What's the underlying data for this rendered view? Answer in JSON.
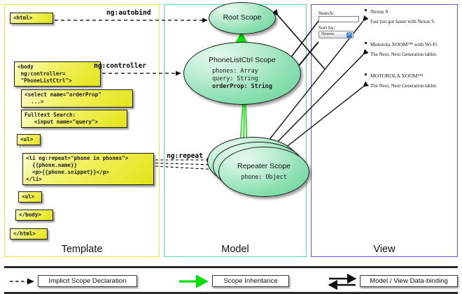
{
  "columns": {
    "template": {
      "label": "Template",
      "border_color": "#e8e830"
    },
    "model": {
      "label": "Model",
      "border_color": "#53e3a6"
    },
    "view": {
      "label": "View",
      "border_color": "#6b4fe0"
    }
  },
  "template": {
    "boxes": [
      {
        "id": "html-open",
        "text": "<html>"
      },
      {
        "id": "body-open",
        "text": "<body\n ng:controller=\n \"PhoneListCtrl\">"
      },
      {
        "id": "select",
        "text": "<select name=\"orderProp\"\n  ...>"
      },
      {
        "id": "fulltext",
        "text": "Fulltext Search:\n   <input name=\"query\">"
      },
      {
        "id": "ul-open",
        "text": "<ul>"
      },
      {
        "id": "li-repeat",
        "text": "<li ng:repeat=\"phone in phones\">\n  {{phone.name}}\n  <p>{{phone.snippet}}</p>\n</li>"
      },
      {
        "id": "ul-close",
        "text": "<ul>"
      },
      {
        "id": "body-close",
        "text": "</body>"
      },
      {
        "id": "html-close",
        "text": "</html>"
      }
    ]
  },
  "model": {
    "scopes": [
      {
        "id": "root-scope",
        "title": "Root\nScope",
        "props": ""
      },
      {
        "id": "phonelist-ctrl",
        "title": "PhoneListCtrl\nScope",
        "props_plain": "phones: Array\nquery: String",
        "props_bold": "orderProp: String"
      },
      {
        "id": "repeater-scope",
        "title": "Repeater\nScope",
        "props": "phone: Object"
      }
    ]
  },
  "connectors": {
    "autobind": "ng:autobind",
    "controller": "ng:controller",
    "repeat": "ng:repeat"
  },
  "view": {
    "search_label": "Search:",
    "search_value": "",
    "sort_label": "Sort by:",
    "sort_selected": "Newest",
    "sort_options": [
      "Newest"
    ],
    "phones": [
      {
        "name": "Nexus S",
        "snippet": "Fast just got faster with Nexus S."
      },
      {
        "name": "Motorola XOOM™  with Wi-Fi",
        "snippet": "The Next, Next Generation tablet."
      },
      {
        "name": "MOTOROLA XOOM™",
        "snippet": "The Next, Next Generation tablet."
      }
    ]
  },
  "legend": {
    "items": [
      {
        "id": "implicit-scope-declaration",
        "label": "Implicit Scope Declaration",
        "style": "dashed-black"
      },
      {
        "id": "scope-inheritance",
        "label": "Scope Inheritance",
        "style": "solid-green"
      },
      {
        "id": "model-view-data-binding",
        "label": "Model / View Data-binding",
        "style": "double-black"
      }
    ]
  },
  "colors": {
    "yellow_box": "#f3f36a",
    "green_scope": "#8fe0b4",
    "inheritance_arrow": "#00e000",
    "template_border": "#e8e830",
    "model_border": "#53e3a6",
    "view_border": "#6b4fe0"
  }
}
